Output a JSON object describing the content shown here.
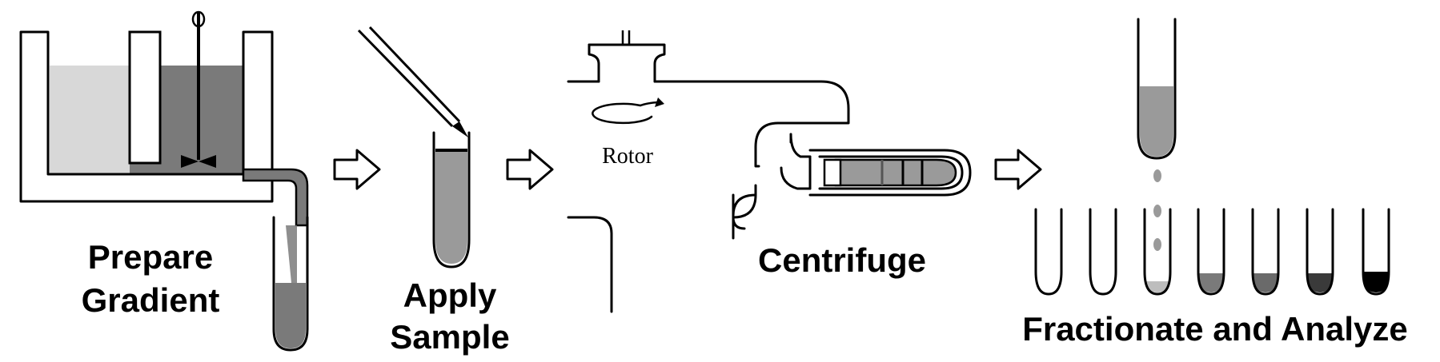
{
  "labels": {
    "prepare_line1": "Prepare",
    "prepare_line2": "Gradient",
    "apply_line1": "Apply",
    "apply_line2": "Sample",
    "centrifuge": "Centrifuge",
    "fractionate": "Fractionate and Analyze",
    "rotor": "Rotor"
  },
  "colors": {
    "light_solution": "#d8d8d8",
    "dark_solution": "#7a7a7a",
    "mid_gray": "#9a9a9a",
    "outline": "#000000"
  },
  "icons": [
    "stirrer-icon",
    "rotation-arrow-icon",
    "right-arrow-icon"
  ]
}
